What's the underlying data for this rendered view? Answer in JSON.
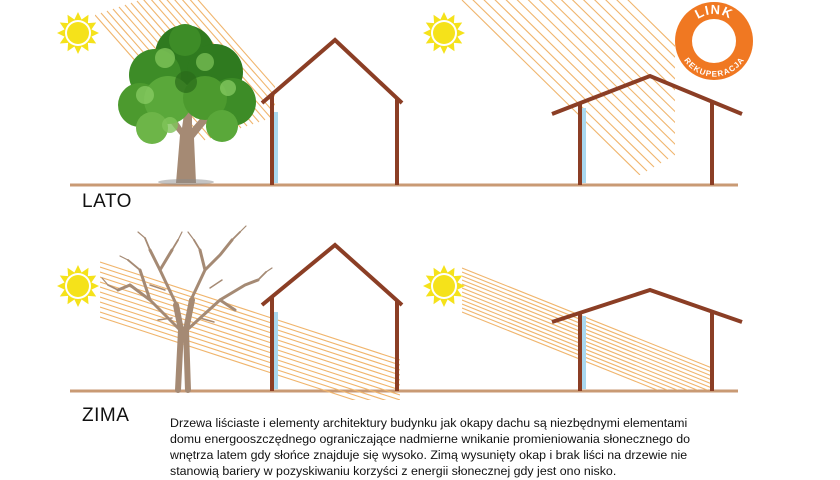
{
  "labels": {
    "summer": "LATO",
    "winter": "ZIMA"
  },
  "caption_lines": [
    "Drzewa liściaste i elementy architektury budynku jak okapy dachu są niezbędnymi elementami",
    "domu energooszczędnego ograniczające nadmierne wnikanie promieniowania słonecznego do",
    "wnętrza latem gdy słońce znajduje się wysoko. Zimą wysunięty okap i brak liści na drzewie nie",
    "stanowią bariery w pozyskiwaniu korzyści z energii słonecznej gdy jest ono nisko."
  ],
  "logo": {
    "top_text": "LINK",
    "bottom_text": "REKUPERACJA"
  },
  "colors": {
    "wall": "#8b3e25",
    "ground": "#c99a74",
    "sun": "#f5e21a",
    "ray": "#f0b56d",
    "window": "#a9d8ef",
    "foliage": "#4c9a2e",
    "trunk": "#a58a74",
    "logo": "#f07822"
  }
}
